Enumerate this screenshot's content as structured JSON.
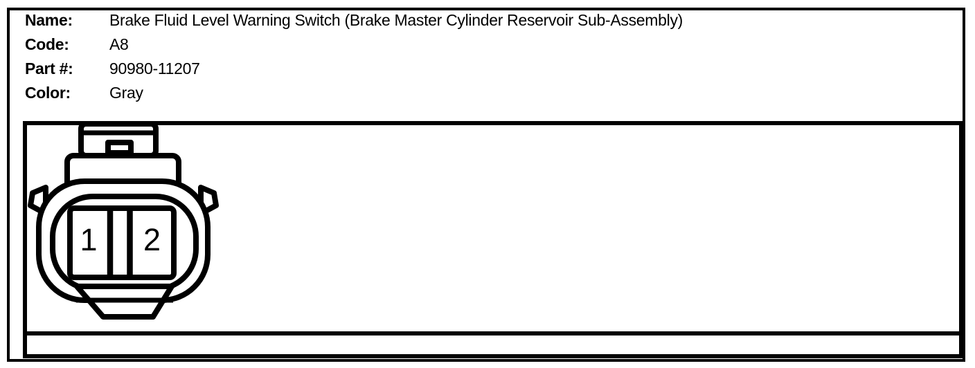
{
  "header": {
    "fields": [
      {
        "label": "Name:",
        "value": "Brake Fluid Level Warning Switch (Brake Master Cylinder Reservoir Sub-Assembly)"
      },
      {
        "label": "Code:",
        "value": "A8"
      },
      {
        "label": "Part #:",
        "value": "90980-11207"
      },
      {
        "label": "Color:",
        "value": "Gray"
      }
    ]
  },
  "connector": {
    "description": "2-cavity connector, front view",
    "pins": [
      "1",
      "2"
    ]
  },
  "colors": {
    "ink": "#000000",
    "paper": "#ffffff"
  }
}
